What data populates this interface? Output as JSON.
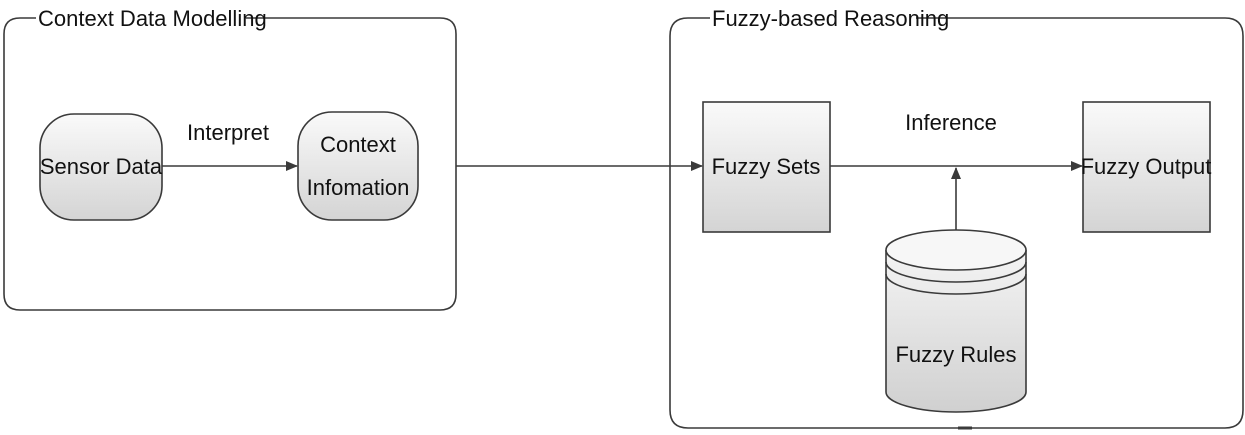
{
  "groups": {
    "context_modelling": {
      "title": "Context Data Modelling"
    },
    "fuzzy_reasoning": {
      "title": "Fuzzy-based Reasoning"
    }
  },
  "nodes": {
    "sensor_data": {
      "label": "Sensor Data"
    },
    "context_information": {
      "line1": "Context",
      "line2": "Infomation"
    },
    "fuzzy_sets": {
      "label": "Fuzzy Sets"
    },
    "fuzzy_output": {
      "label": "Fuzzy Output"
    },
    "fuzzy_rules": {
      "label": "Fuzzy Rules"
    }
  },
  "edges": {
    "interpret": {
      "label": "Interpret"
    },
    "inference": {
      "label": "Inference"
    }
  },
  "colors": {
    "stroke": "#3a3a3a",
    "node_fill_top": "#fafafa",
    "node_fill_bottom": "#d4d4d4"
  }
}
